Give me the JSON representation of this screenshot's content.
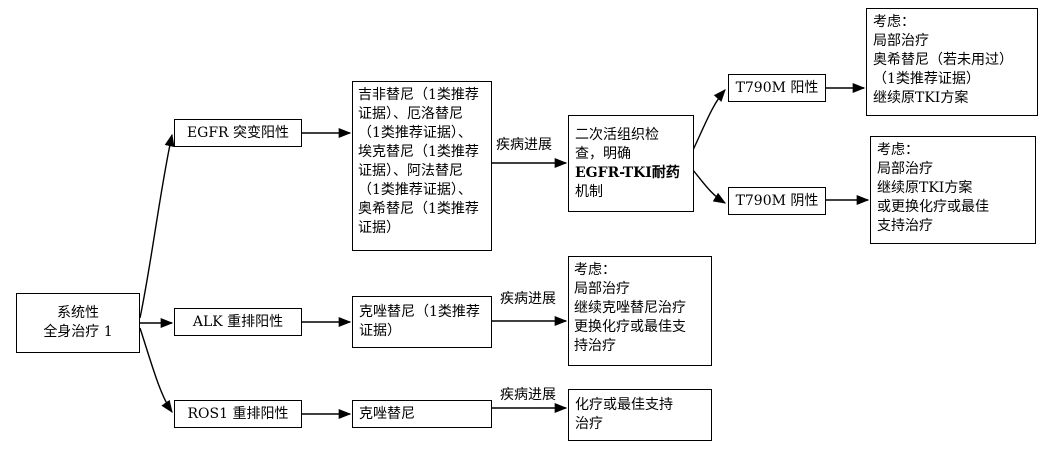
{
  "nodes": {
    "root": {
      "lines": [
        "系统性",
        "全身治疗 1"
      ]
    },
    "egfr": {
      "lines": [
        "EGFR 突变阳性"
      ]
    },
    "alk": {
      "lines": [
        "ALK 重排阳性"
      ]
    },
    "ros1": {
      "lines": [
        "ROS1 重排阳性"
      ]
    },
    "egfr_tx": {
      "lines": [
        "吉非替尼（1类推荐",
        "证据）、厄洛替尼",
        "（1类推荐证据）、",
        "埃克替尼（1类推荐",
        "证据）、阿法替尼",
        "（1类推荐证据）、",
        "奥希替尼（1类推荐",
        "证据）"
      ]
    },
    "alk_tx": {
      "lines": [
        "克唑替尼（1类推荐",
        "证据）"
      ]
    },
    "ros1_tx": {
      "lines": [
        "克唑替尼"
      ]
    },
    "biopsy": {
      "lines": [
        "二次活组织检",
        "查，明确",
        "EGFR-TKI耐药",
        "机制"
      ]
    },
    "t790m_pos": {
      "lines": [
        "T790M 阳性"
      ]
    },
    "t790m_neg": {
      "lines": [
        "T790M 阴性"
      ]
    },
    "pos_tx": {
      "lines": [
        "考虑：",
        "局部治疗",
        "奥希替尼（若未用过）",
        "（1类推荐证据）",
        "继续原TKI方案"
      ]
    },
    "neg_tx": {
      "lines": [
        "考虑：",
        "局部治疗",
        "继续原TKI方案",
        "或更换化疗或最佳",
        "支持治疗"
      ]
    },
    "alk_next": {
      "lines": [
        "考虑：",
        "局部治疗",
        "继续克唑替尼治疗",
        "更换化疗或最佳支",
        "持治疗"
      ]
    },
    "ros1_next": {
      "lines": [
        "化疗或最佳支持",
        "治疗"
      ]
    }
  },
  "edge_labels": {
    "egfr_progress": "疾病进展",
    "alk_progress": "疾病进展",
    "ros1_progress": "疾病进展"
  }
}
